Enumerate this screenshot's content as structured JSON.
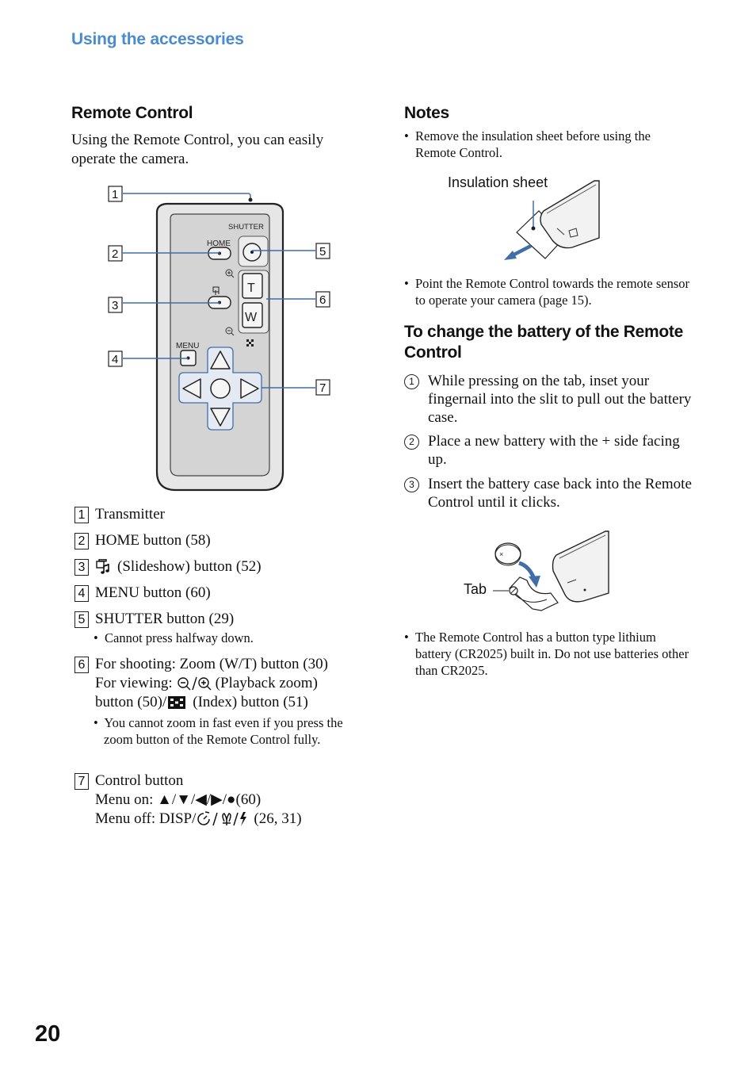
{
  "header": {
    "section": "Using the accessories"
  },
  "remote": {
    "title": "Remote Control",
    "intro": [
      "Using the Remote Control, you can easily",
      "operate the camera."
    ],
    "diagram": {
      "callouts": [
        "1",
        "2",
        "3",
        "4",
        "5",
        "6",
        "7"
      ],
      "labels": {
        "shutter": "SHUTTER",
        "home": "HOME",
        "menu": "MENU",
        "t": "T",
        "w": "W"
      }
    },
    "items": [
      {
        "num": "1",
        "lines": [
          "Transmitter"
        ]
      },
      {
        "num": "2",
        "lines": [
          "HOME button (58)"
        ]
      },
      {
        "num": "3",
        "lines": [
          "(Slideshow) button (52)"
        ]
      },
      {
        "num": "4",
        "lines": [
          "MENU button (60)"
        ]
      },
      {
        "num": "5",
        "lines": [
          "SHUTTER button (29)"
        ],
        "sub": "Cannot press halfway down."
      },
      {
        "num": "6",
        "lines": [
          "For shooting: Zoom (W/T) button (30)",
          "For viewing:",
          "(Playback zoom)",
          "button (50)/",
          "(Index) button (51)"
        ],
        "sub": "You cannot zoom in fast even if you press the zoom button of the Remote Control fully."
      },
      {
        "num": "7",
        "lines": [
          "Control button",
          "Menu on: ▲/▼/◀/▶/●(60)",
          "Menu off: DISP/",
          "(26, 31)"
        ]
      }
    ]
  },
  "notes": {
    "title": "Notes",
    "bullets": [
      "Remove the insulation sheet before using the Remote Control.",
      "Point the Remote Control towards the remote sensor to operate your camera (page 15)."
    ],
    "figure_label": "Insulation sheet"
  },
  "battery": {
    "title_lines": [
      "To change the battery of the Remote",
      "Control"
    ],
    "steps": [
      {
        "num": "1",
        "text": "While pressing on the tab, inset your fingernail into the slit to pull out the battery case."
      },
      {
        "num": "2",
        "text": "Place a new battery with the + side facing up."
      },
      {
        "num": "3",
        "text": "Insert the battery case back into the Remote Control until it clicks."
      }
    ],
    "figure_label": "Tab",
    "note": "The Remote Control has a button type lithium battery (CR2025) built in. Do not use batteries other than CR2025."
  },
  "page_number": "20"
}
